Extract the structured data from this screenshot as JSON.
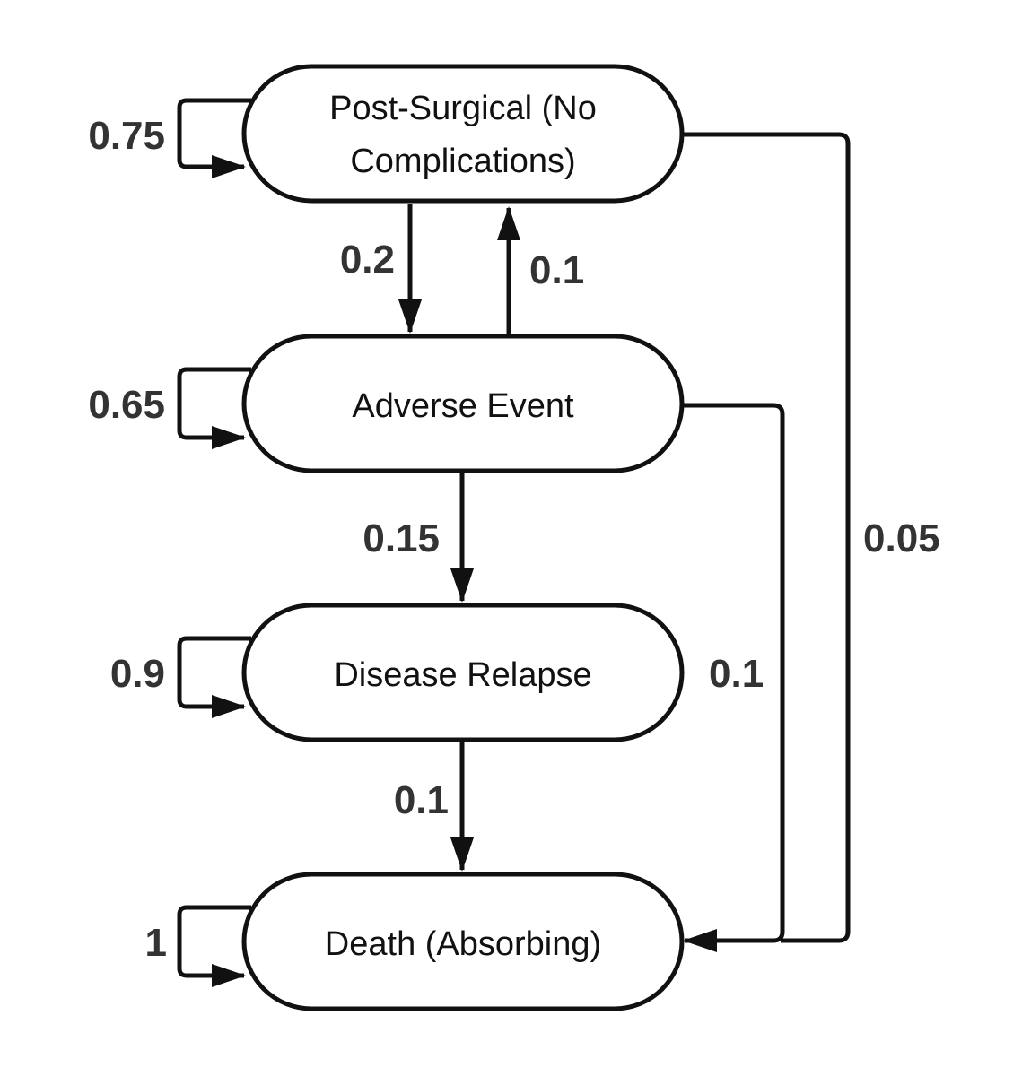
{
  "diagram": {
    "colors": {
      "stroke": "#111111",
      "label": "#333333",
      "background": "#ffffff"
    },
    "states": [
      {
        "id": "post_surgical",
        "label_lines": [
          "Post-Surgical (No",
          "Complications)"
        ]
      },
      {
        "id": "adverse_event",
        "label_lines": [
          "Adverse Event"
        ]
      },
      {
        "id": "disease_relapse",
        "label_lines": [
          "Disease Relapse"
        ]
      },
      {
        "id": "death",
        "label_lines": [
          "Death (Absorbing)"
        ]
      }
    ],
    "transitions": [
      {
        "id": "post_surgical_self",
        "from": "post_surgical",
        "to": "post_surgical",
        "label": "0.75"
      },
      {
        "id": "post_surgical_to_adverse",
        "from": "post_surgical",
        "to": "adverse_event",
        "label": "0.2"
      },
      {
        "id": "adverse_to_post_surgical",
        "from": "adverse_event",
        "to": "post_surgical",
        "label": "0.1"
      },
      {
        "id": "post_surgical_to_death",
        "from": "post_surgical",
        "to": "death",
        "label": "0.05"
      },
      {
        "id": "adverse_self",
        "from": "adverse_event",
        "to": "adverse_event",
        "label": "0.65"
      },
      {
        "id": "adverse_to_relapse",
        "from": "adverse_event",
        "to": "disease_relapse",
        "label": "0.15"
      },
      {
        "id": "adverse_to_death",
        "from": "adverse_event",
        "to": "death",
        "label": "0.1"
      },
      {
        "id": "relapse_self",
        "from": "disease_relapse",
        "to": "disease_relapse",
        "label": "0.9"
      },
      {
        "id": "relapse_to_death",
        "from": "disease_relapse",
        "to": "death",
        "label": "0.1"
      },
      {
        "id": "death_self",
        "from": "death",
        "to": "death",
        "label": "1"
      }
    ]
  }
}
